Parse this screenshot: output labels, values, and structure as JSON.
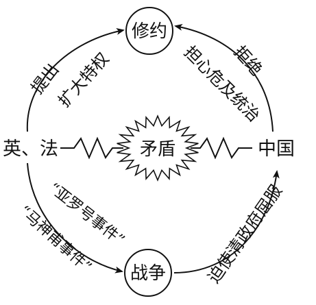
{
  "nodes": {
    "top": "修约",
    "bottom": "战争",
    "left": "英、法",
    "right": "中国",
    "center": "矛盾"
  },
  "arrows": {
    "top_left_line1": "提出",
    "top_left_line2": "扩大特权",
    "top_right_line1": "拒绝",
    "top_right_line2": "担心危及统治",
    "bottom_left_line1": "“亚罗号事件”",
    "bottom_left_line2": "“马神甫事件”",
    "bottom_right": "迫使清政府屈服"
  },
  "colors": {
    "ink": "#111111",
    "background": "#ffffff"
  }
}
